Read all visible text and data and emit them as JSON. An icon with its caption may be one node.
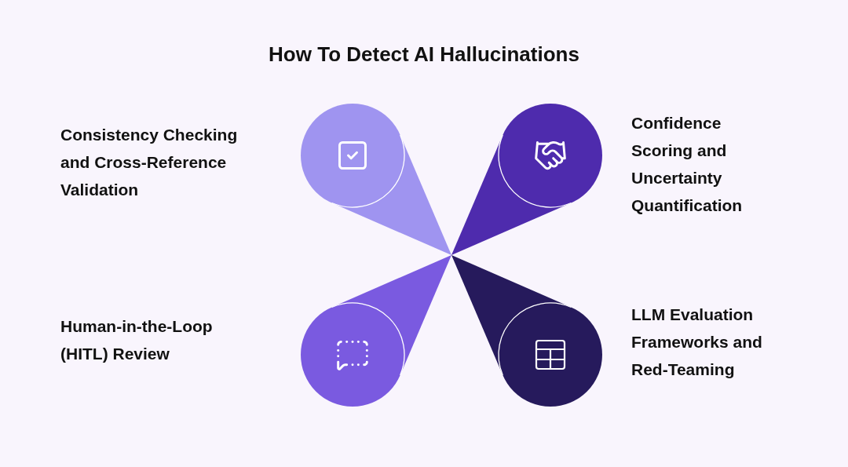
{
  "diagram": {
    "title": "How To Detect AI Hallucinations",
    "labels": [
      "Consistency Checking and Cross-Reference Validation",
      "Confidence Scoring and Uncertainty Quantification",
      "Human-in-the-Loop (HITL) Review",
      "LLM Evaluation Frameworks and Red-Teaming"
    ]
  }
}
